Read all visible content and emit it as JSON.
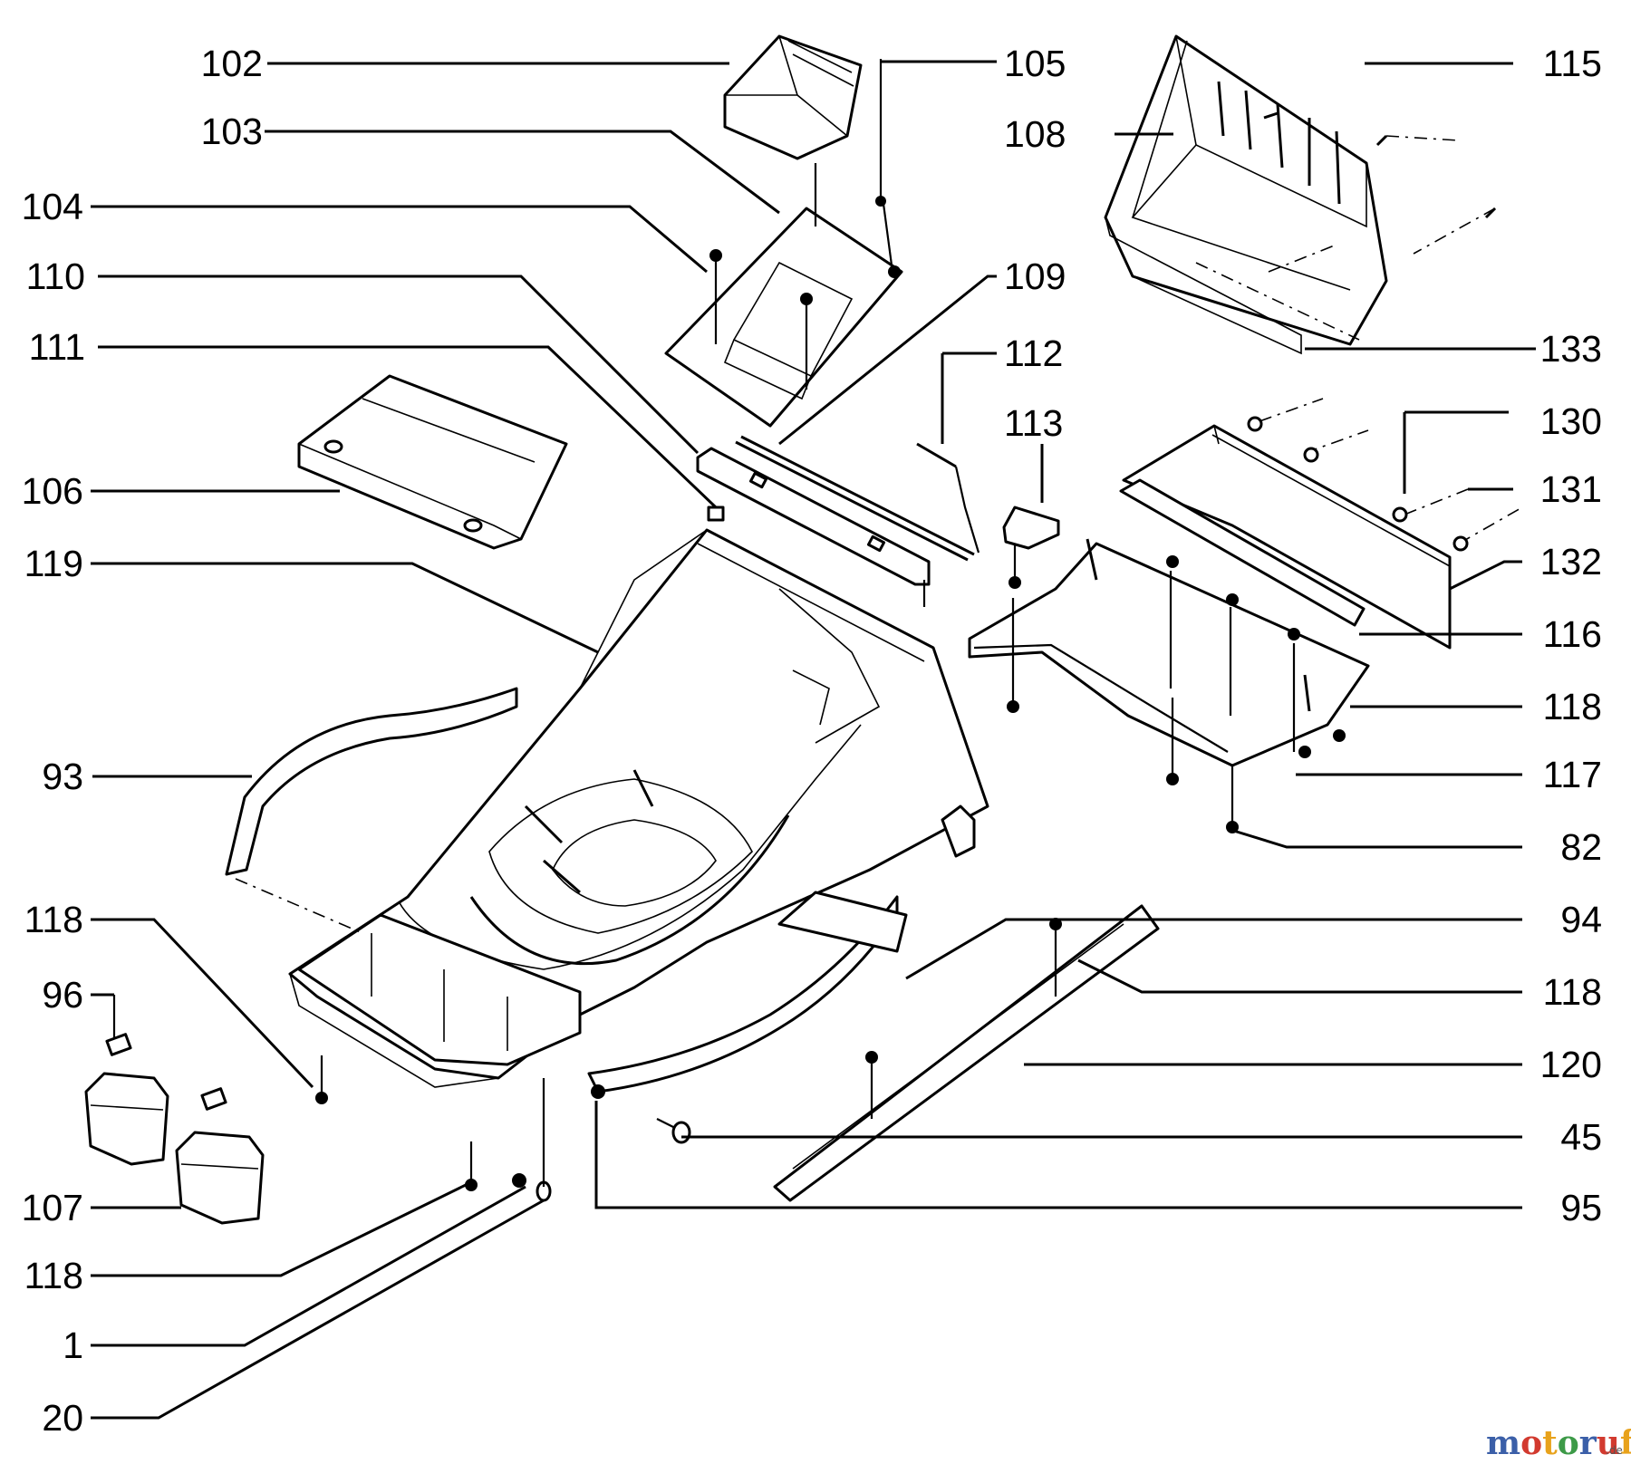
{
  "labels": {
    "l102": "102",
    "l103": "103",
    "l104": "104",
    "l110": "110",
    "l111": "111",
    "l106": "106",
    "l119": "119",
    "l93": "93",
    "l118a": "118",
    "l96": "96",
    "l107": "107",
    "l118b": "118",
    "l1": "1",
    "l20": "20",
    "l105": "105",
    "l109": "109",
    "l112": "112",
    "l113": "113",
    "l108": "108",
    "l115": "115",
    "l133": "133",
    "l130": "130",
    "l131": "131",
    "l132": "132",
    "l116": "116",
    "l118c": "118",
    "l117": "117",
    "l82": "82",
    "l94": "94",
    "l118d": "118",
    "l120": "120",
    "l45": "45",
    "l95": "95"
  },
  "watermark": {
    "text": "motoruf",
    "suffix": ".de",
    "colors": [
      "#3b5fa8",
      "#d23a2f",
      "#e8a21b",
      "#3d9a48",
      "#3b5fa8",
      "#d23a2f",
      "#e8a21b"
    ]
  }
}
